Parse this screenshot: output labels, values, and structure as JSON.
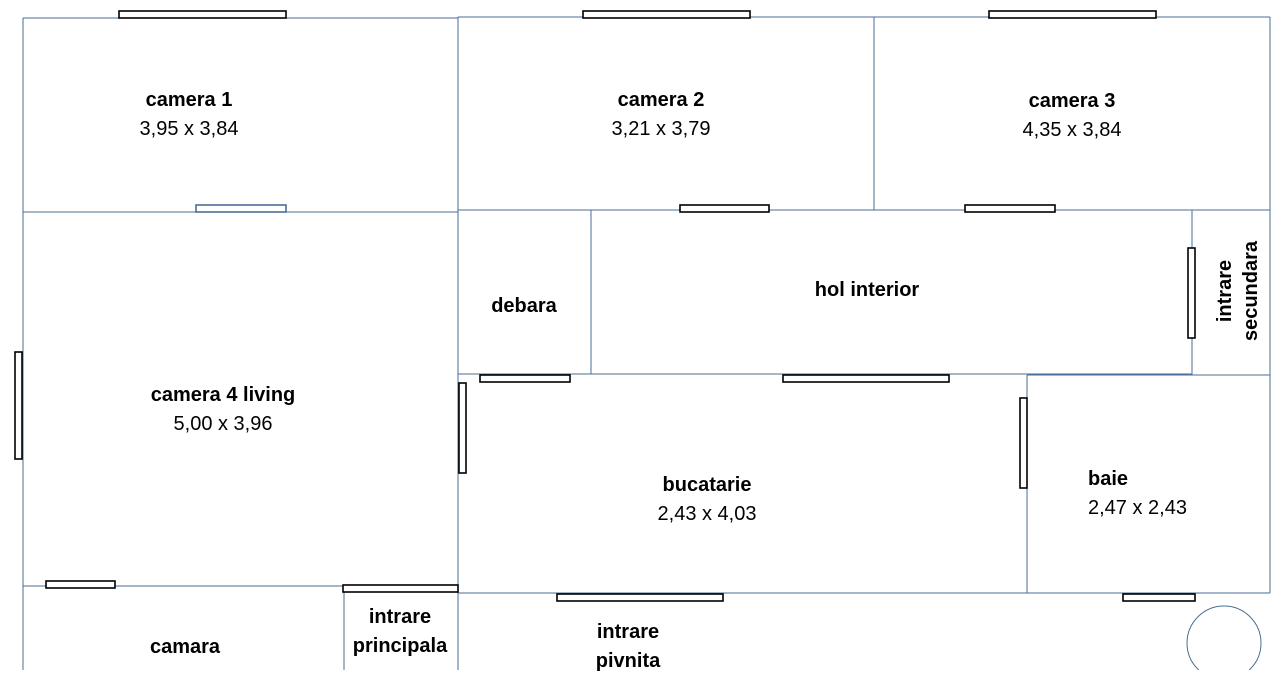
{
  "rooms": {
    "camera1": {
      "name": "camera 1",
      "dims": "3,95 x 3,84"
    },
    "camera2": {
      "name": "camera 2",
      "dims": "3,21 x 3,79"
    },
    "camera3": {
      "name": "camera 3",
      "dims": "4,35 x 3,84"
    },
    "camera4": {
      "name": "camera 4 living",
      "dims": "5,00 x 3,96"
    },
    "debara": {
      "name": "debara"
    },
    "hol": {
      "name": "hol interior"
    },
    "intrare_secundara": {
      "line1": "intrare",
      "line2": "secundara"
    },
    "bucatarie": {
      "name": "bucatarie",
      "dims": "2,43 x 4,03"
    },
    "baie": {
      "name": "baie",
      "dims": "2,47 x 2,43"
    },
    "camara": {
      "name": "camara"
    },
    "intrare_principala": {
      "line1": "intrare",
      "line2": "principala"
    },
    "intrare_pivnita": {
      "line1": "intrare",
      "line2": "pivnita"
    }
  },
  "colors": {
    "wall": "#4a6f96",
    "opening": "#000000",
    "background": "#ffffff"
  }
}
